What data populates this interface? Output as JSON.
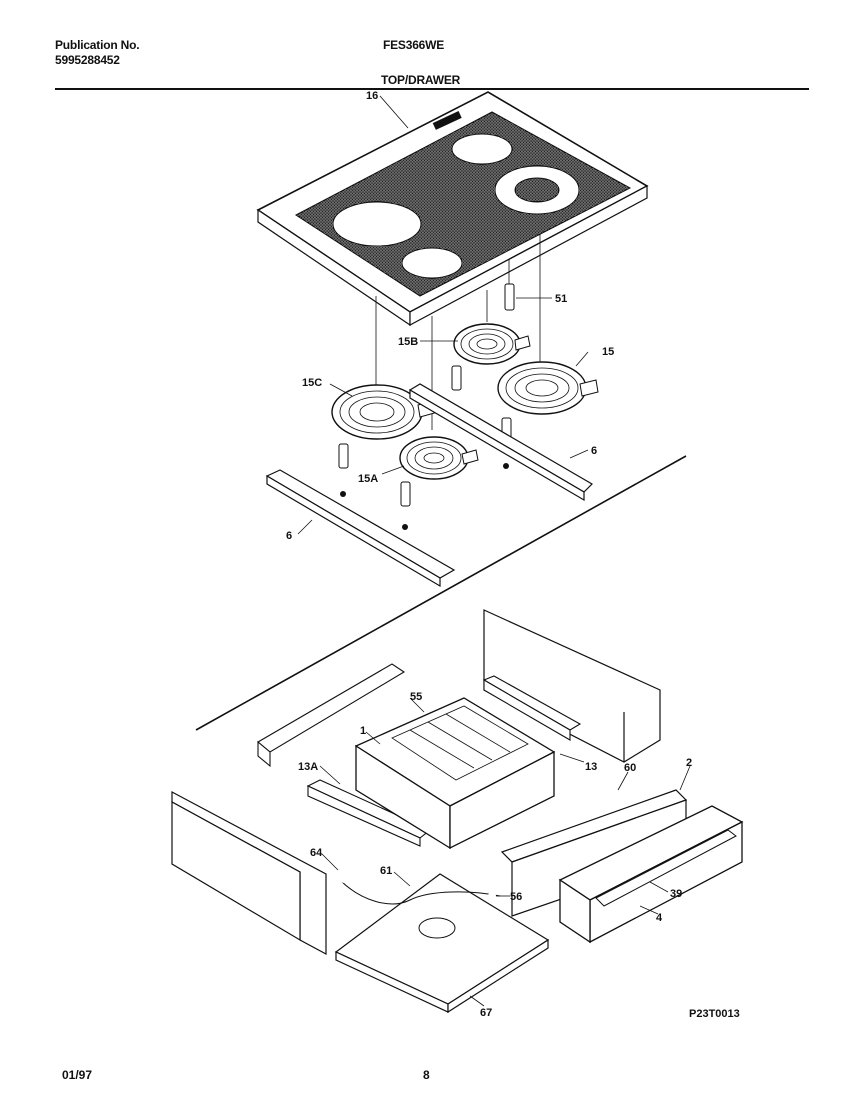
{
  "header": {
    "publication_label": "Publication No.",
    "publication_number": "5995288452",
    "model": "FES366WE",
    "section_title": "TOP/DRAWER"
  },
  "callouts": {
    "top": "16",
    "element_1": "51",
    "element_2": "15B",
    "element_3": "15",
    "element_4": "15C",
    "element_5": "6",
    "element_6": "15A",
    "element_7": "6",
    "drawer_1": "55",
    "drawer_2": "1",
    "drawer_3": "13",
    "drawer_4": "13A",
    "drawer_5": "60",
    "drawer_6": "2",
    "drawer_7": "64",
    "drawer_8": "61",
    "drawer_9": "56",
    "drawer_10": "39",
    "drawer_11": "4",
    "drawer_12": "67"
  },
  "footer": {
    "figure_code": "P23T0013",
    "date": "01/97",
    "page_number": "8"
  }
}
